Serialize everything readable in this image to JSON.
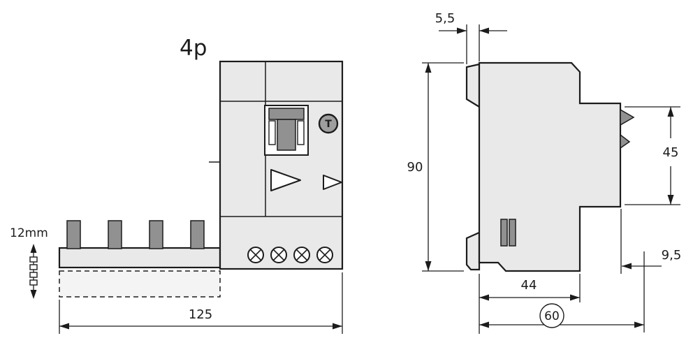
{
  "colors": {
    "background": "#ffffff",
    "line": "#1c1c1c",
    "body_fill": "#e9e9e9",
    "metal_fill": "#919191",
    "button_fill": "#9e9e9e",
    "dashed_fill": "#f4f4f4"
  },
  "front_view": {
    "pole_label": "4p",
    "test_button_label": "T",
    "dimensions": {
      "overall_width": "125",
      "busbar_pitch": "12mm"
    }
  },
  "side_view": {
    "dimensions": {
      "claw_depth": "5,5",
      "overall_height": "90",
      "front_height": "45",
      "rear_offset": "9,5",
      "body_depth": "44",
      "total_depth": "60"
    }
  }
}
